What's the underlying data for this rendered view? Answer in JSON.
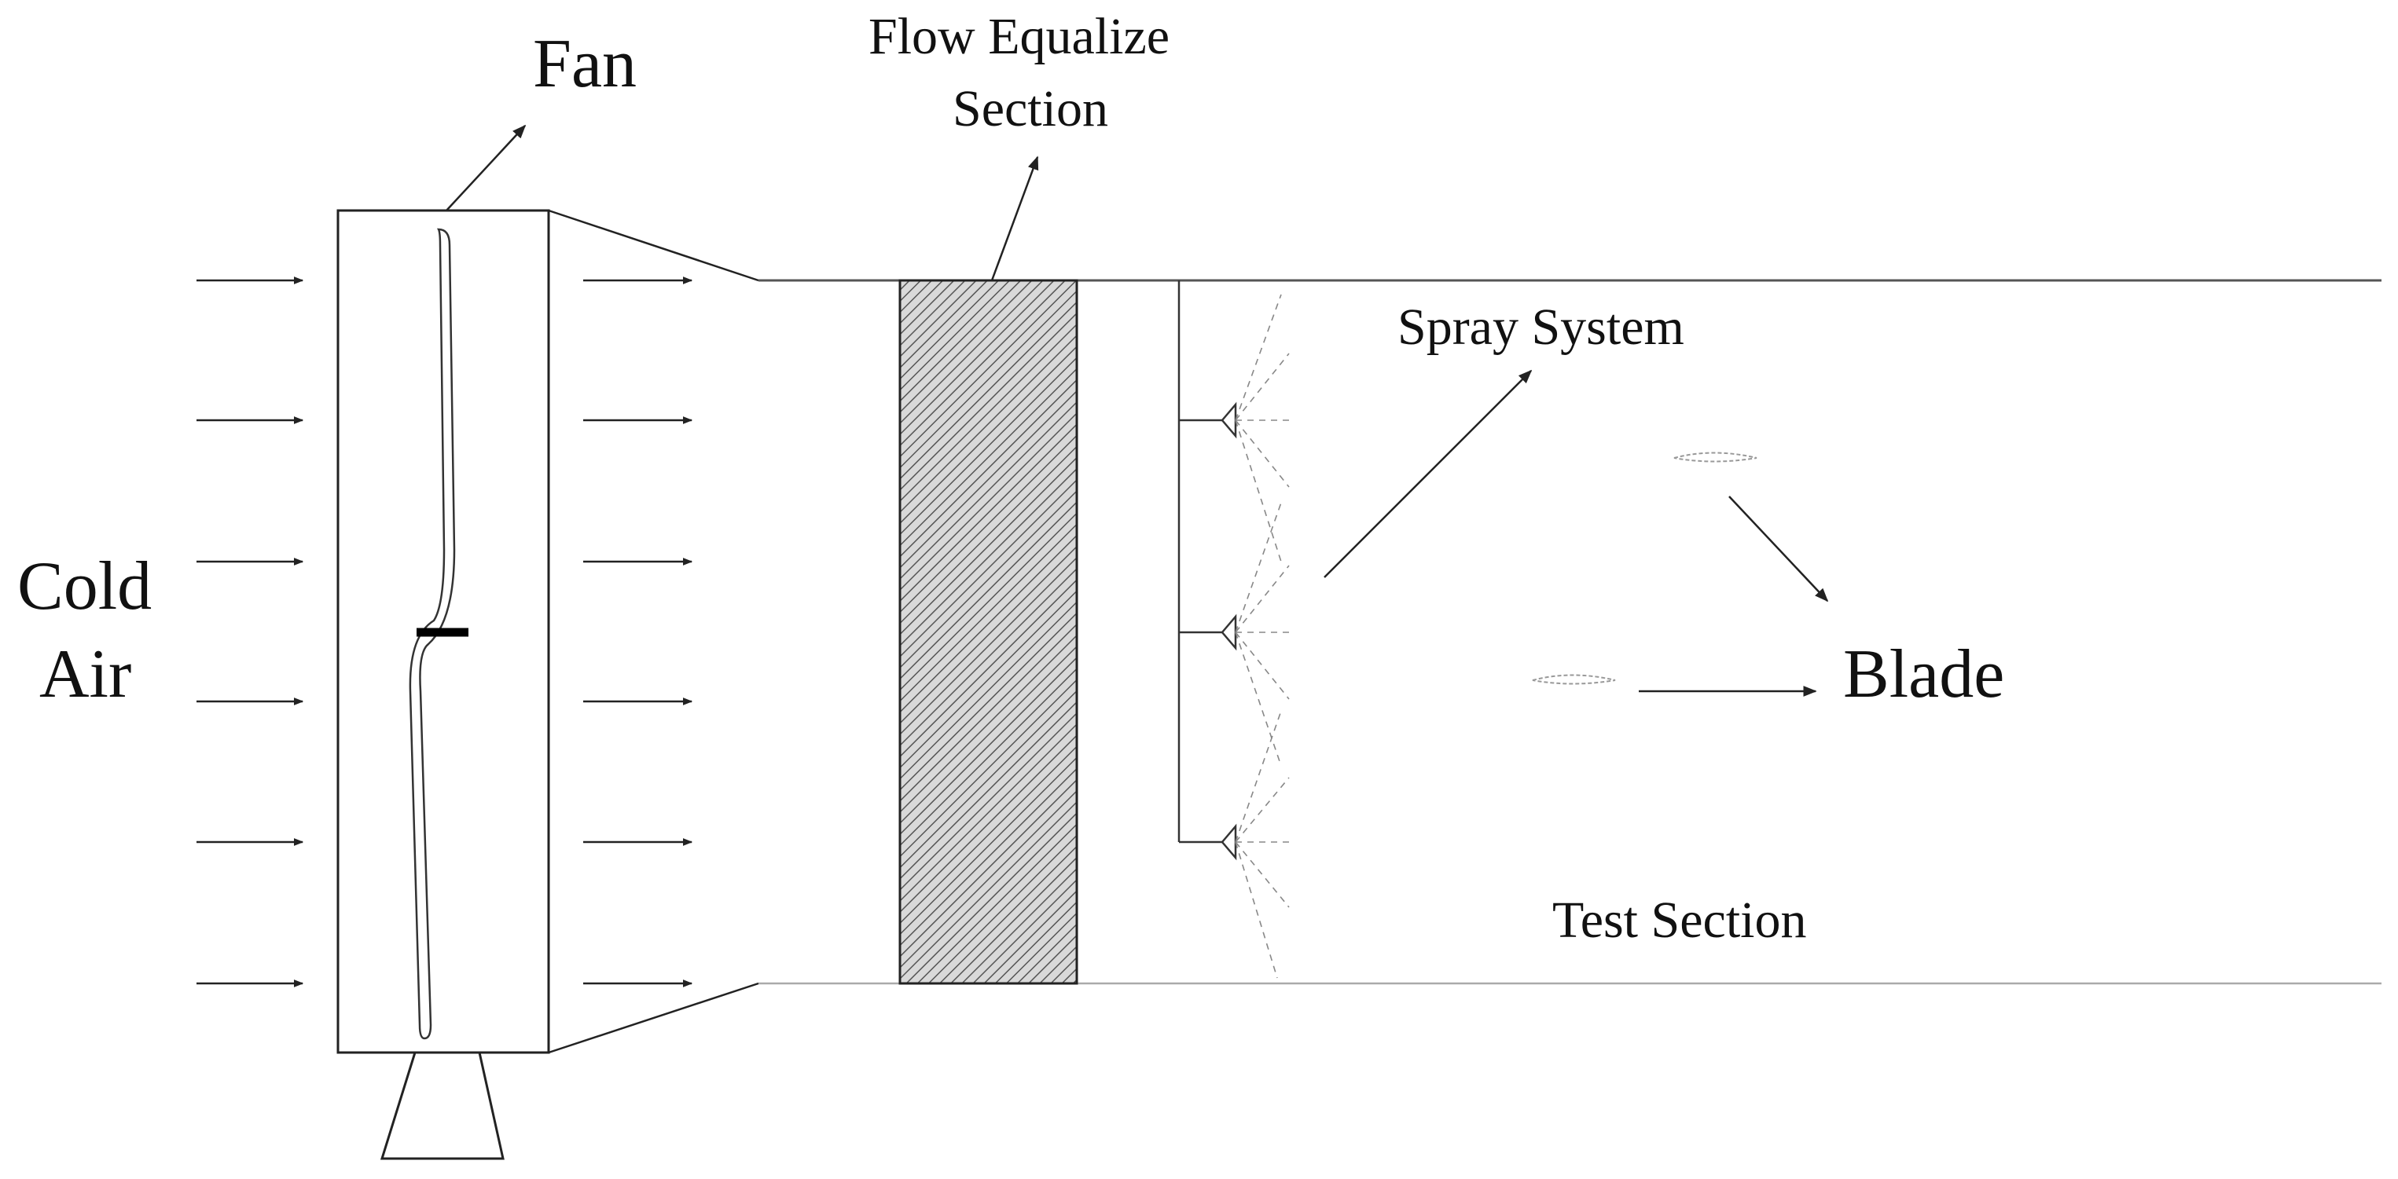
{
  "labels": {
    "fan": "Fan",
    "flow_equalize_line1": "Flow Equalize",
    "flow_equalize_line2": "Section",
    "cold_air_line1": "Cold",
    "cold_air_line2": "Air",
    "spray_system": "Spray System",
    "blade": "Blade",
    "test_section": "Test Section"
  },
  "colors": {
    "line": "#222222",
    "hatch_fill": "#d9d9d9",
    "hatch_line": "#555555",
    "spray_line": "#888888",
    "blade_outline": "#999999"
  }
}
